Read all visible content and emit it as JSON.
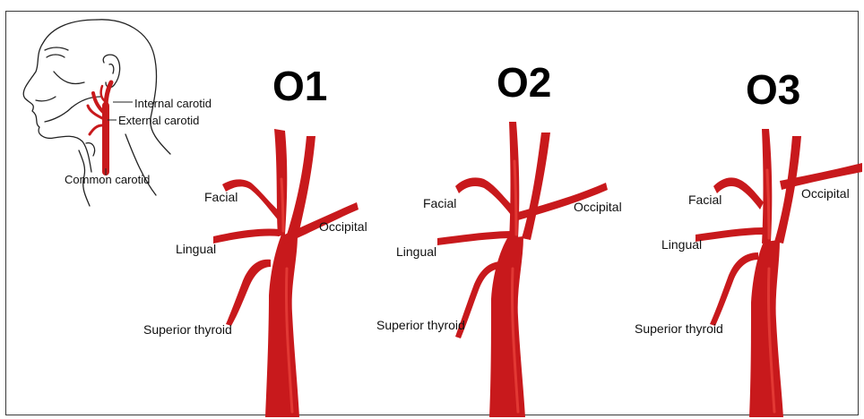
{
  "colors": {
    "artery": "#c8191c",
    "artery_highlight": "#e8403a",
    "outline": "#222222"
  },
  "inset": {
    "labels": {
      "internal_carotid": "Internal carotid",
      "external_carotid": "External carotid",
      "common_carotid": "Common carotid"
    }
  },
  "panels": [
    {
      "title": "O1",
      "labels": {
        "facial": "Facial",
        "lingual": "Lingual",
        "occipital": "Occipital",
        "superior_thyroid": "Superior thyroid"
      }
    },
    {
      "title": "O2",
      "labels": {
        "facial": "Facial",
        "lingual": "Lingual",
        "occipital": "Occipital",
        "superior_thyroid": "Superior thyroid"
      }
    },
    {
      "title": "O3",
      "labels": {
        "facial": "Facial",
        "lingual": "Lingual",
        "occipital": "Occipital",
        "superior_thyroid": "Superior thyroid"
      }
    }
  ]
}
